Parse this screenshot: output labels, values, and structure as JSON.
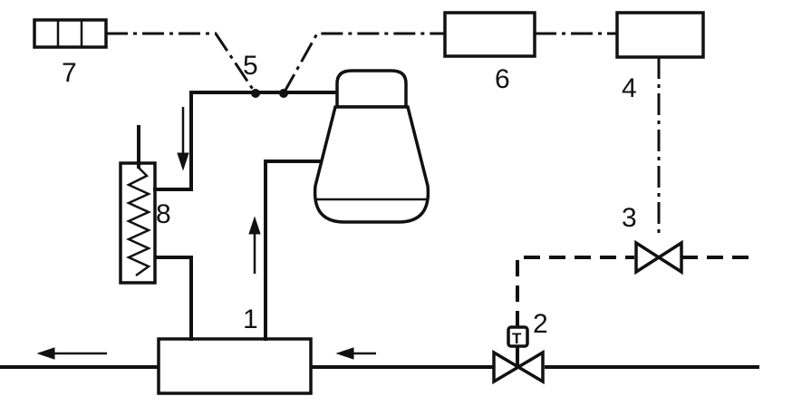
{
  "labels": {
    "compressor": "1",
    "temperature_valve": "2",
    "solenoid_valve": "3",
    "controller_4": "4",
    "junction": "5",
    "controller_6": "6",
    "indicator": "7",
    "heater": "8"
  },
  "valve_sensor_letter": "T"
}
